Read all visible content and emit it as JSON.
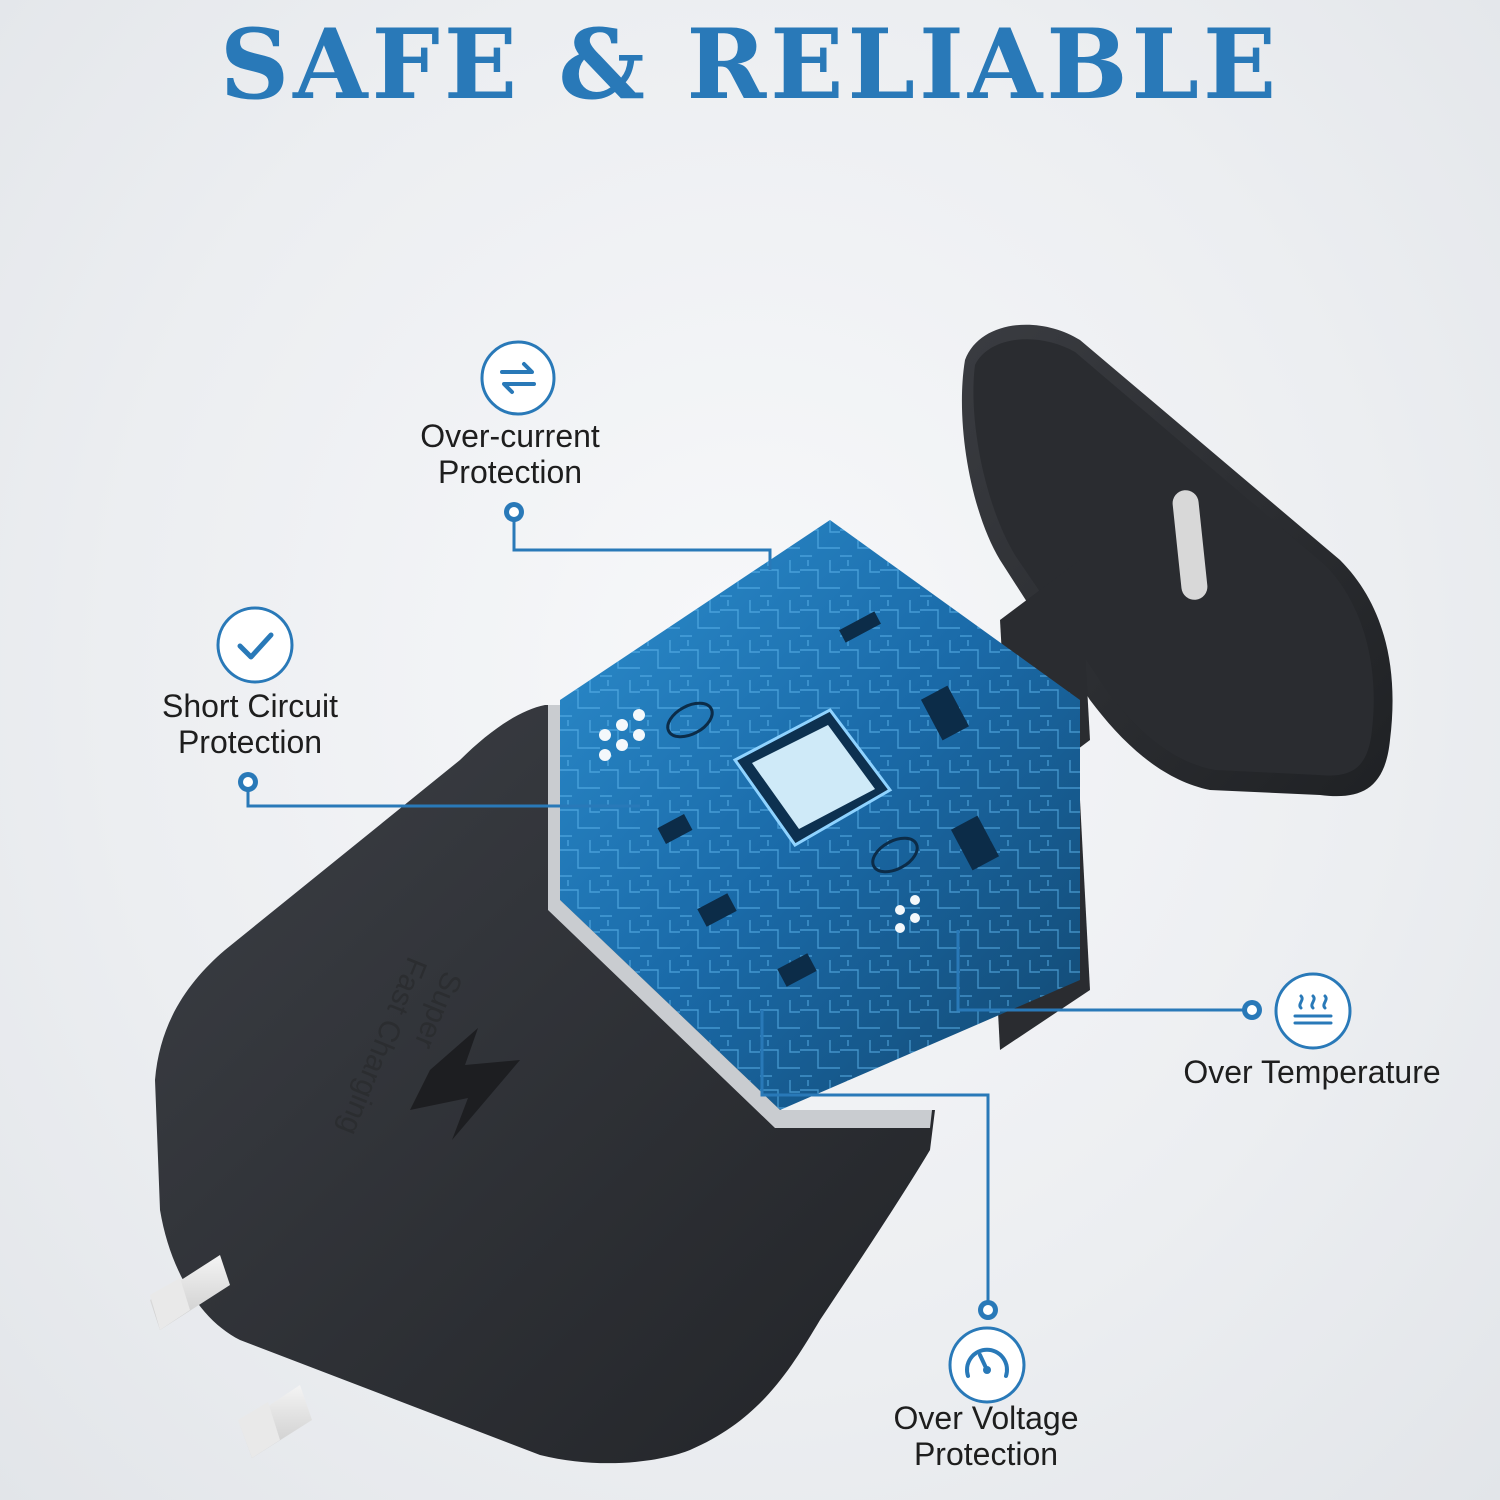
{
  "headline": "SAFE & RELIABLE",
  "features": {
    "over_current": {
      "line1": "Over-current",
      "line2": "Protection",
      "icon": "arrows-exchange-icon"
    },
    "short_circuit": {
      "line1": "Short Circuit",
      "line2": "Protection",
      "icon": "checkmark-icon"
    },
    "over_temperature": {
      "line1": "Over Temperature",
      "icon": "heat-waves-icon"
    },
    "over_voltage": {
      "line1": "Over Voltage",
      "line2": "Protection",
      "icon": "gauge-icon"
    }
  },
  "charger": {
    "brand_line1": "Super",
    "brand_line2": "Fast Charging",
    "logo_icon": "lightning-bolt-icon"
  },
  "colors": {
    "accent": "#2979b8",
    "charger_body": "#2e3035",
    "circuit_board": "#1b5f93"
  }
}
